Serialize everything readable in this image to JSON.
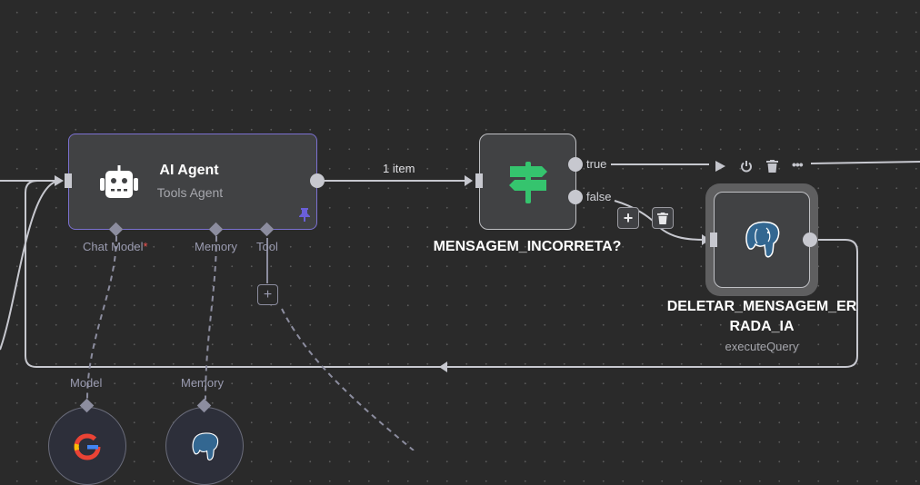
{
  "canvas": {
    "background": "#2a2a2a",
    "accent": "#7b71d1"
  },
  "nodes": {
    "ai_agent": {
      "title": "AI Agent",
      "subtitle": "Tools Agent",
      "icon": "robot-icon",
      "pinned": true,
      "inputs": {
        "chat_model": "Chat Model",
        "chat_model_required": "*",
        "memory": "Memory",
        "tool": "Tool"
      }
    },
    "if_node": {
      "title": "MENSAGEM_INCORRETA?",
      "icon": "signpost-icon",
      "outputs": {
        "true_label": "true",
        "false_label": "false"
      }
    },
    "postgres_node": {
      "title_line1": "DELETAR_MENSAGEM_ER",
      "title_line2": "RADA_IA",
      "subtitle": "executeQuery",
      "icon": "postgres-elephant-icon"
    },
    "model_node": {
      "label": "Model",
      "icon": "google-icon"
    },
    "memory_node": {
      "label": "Memory",
      "icon": "postgres-elephant-icon"
    }
  },
  "edges": {
    "agent_to_if_label": "1 item"
  },
  "edge_toolbar": {
    "items": [
      "play-icon",
      "power-icon",
      "trash-icon",
      "more-icon"
    ]
  },
  "edge_actions": {
    "add": "+",
    "delete": "trash-icon"
  },
  "tool_add": "+"
}
